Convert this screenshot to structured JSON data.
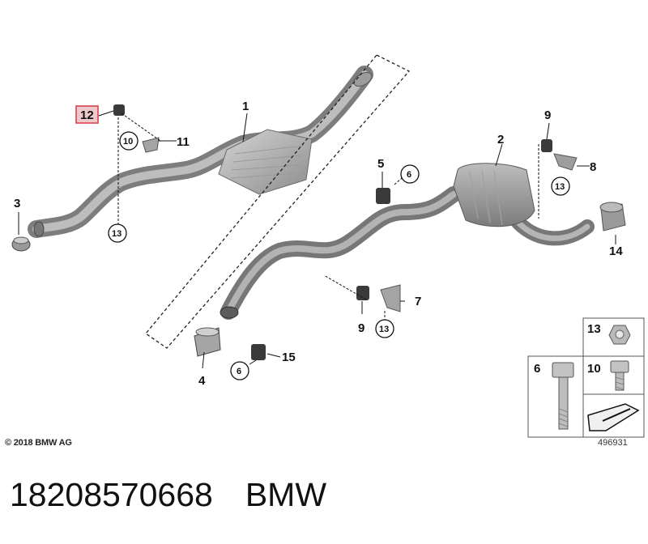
{
  "diagram": {
    "callouts": {
      "c1": "1",
      "c2": "2",
      "c3": "3",
      "c4": "4",
      "c5": "5",
      "c7": "7",
      "c8": "8",
      "c9a": "9",
      "c9b": "9",
      "c11": "11",
      "c12": "12",
      "c14": "14",
      "c15": "15",
      "r6a": "6",
      "r6b": "6",
      "r10": "10",
      "r13a": "13",
      "r13b": "13",
      "r13c": "13"
    },
    "legend": {
      "p13": "13",
      "p6": "6",
      "p10": "10"
    },
    "highlight_color": "#d9434f",
    "copyright": "© 2018 BMW AG",
    "diagram_id": "496931"
  },
  "caption": {
    "part_number": "18208570668",
    "brand": "BMW"
  }
}
